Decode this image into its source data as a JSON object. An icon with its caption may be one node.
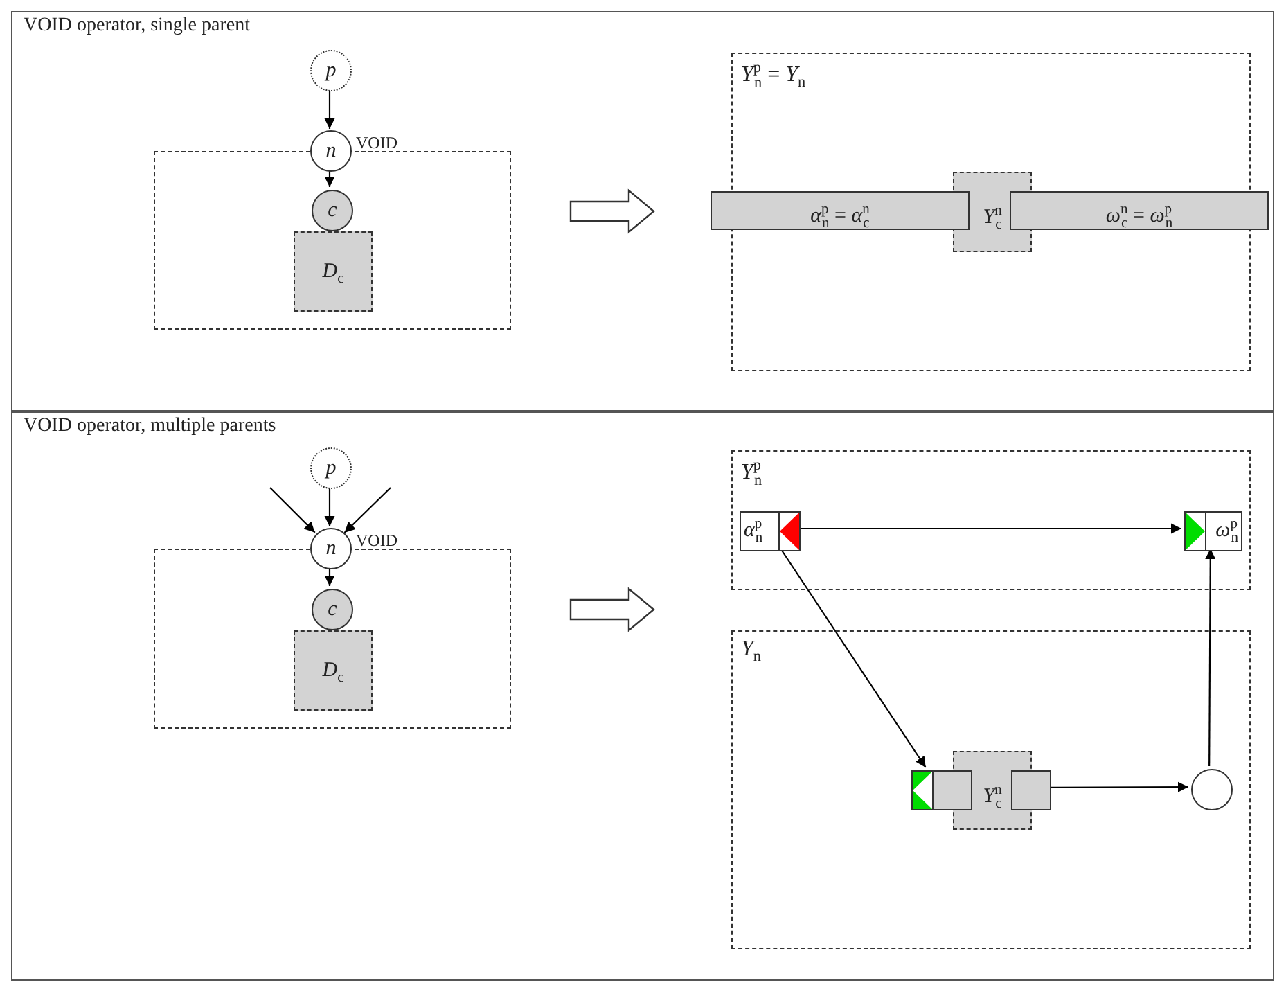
{
  "diagram": {
    "nodes": [
      {
        "text": [
          "VOID operator, single parent"
        ]
      },
      {
        "text": [
          "*p*"
        ],
        "in": 0
      },
      {
        "text": [],
        "shape": "box",
        "in": 0
      },
      {
        "text": [
          "*n*"
        ],
        "in": 0,
        "beside": [
          "VOID"
        ]
      },
      {
        "text": [
          "*D*$_{c}$"
        ],
        "in": 2
      },
      {
        "text": [
          "*c*"
        ],
        "in": 2
      },
      {
        "text": [
          "*Y*$^{p}$$_{n}$ = *Y*$_{n}$"
        ],
        "in": 0
      },
      {
        "text": [
          "*Y*$^{n}$$_{c}$"
        ],
        "in": 6
      },
      {
        "text": [
          "*α*$^{p}$$_{n}$ = *α*$^{n}$$_{c}$"
        ],
        "in": 0
      },
      {
        "text": [
          "*ω*$^{n}$$_{c}$ = *ω*$^{p}$$_{n}$"
        ],
        "in": 0
      },
      {
        "text": [
          "VOID operator, multiple parents"
        ]
      },
      {
        "text": [
          "*p*"
        ],
        "in": 10
      },
      {
        "text": [],
        "shape": "box",
        "in": 10
      },
      {
        "text": [
          "*n*"
        ],
        "in": 10,
        "beside": [
          "VOID"
        ]
      },
      {
        "text": [
          "*D*$_{c}$"
        ],
        "in": 12
      },
      {
        "text": [
          "*c*"
        ],
        "in": 12
      },
      {
        "text": [
          "*Y*$^{p}$$_{n}$"
        ],
        "in": 10
      },
      {
        "text": [
          "*Y*$_{n}$"
        ],
        "in": 10
      },
      {
        "text": [
          "*α*$^{p}$$_{n}$"
        ],
        "in": 16
      },
      {
        "text": [
          "*ω*$^{p}$$_{n}$"
        ],
        "in": 16
      },
      {
        "text": [
          "*Y*$^{n}$$_{c}$"
        ],
        "in": 17
      },
      {
        "text": [],
        "shape": "box",
        "in": 17
      },
      {
        "text": [],
        "shape": "box",
        "in": 17
      },
      {
        "text": [],
        "shape": "circle",
        "in": 17
      }
    ],
    "edges": [
      {
        "from": 1,
        "to": 3,
        "arrow": "to"
      },
      {
        "from": 3,
        "to": 5,
        "arrow": "to"
      },
      {
        "from": 2,
        "to": 6,
        "arrow": "to",
        "style": "thick"
      },
      {
        "from": 11,
        "to": 13,
        "arrow": "to"
      },
      {
        "from": null,
        "to": 13,
        "arrow": "to"
      },
      {
        "from": null,
        "to": 13,
        "arrow": "to"
      },
      {
        "from": 13,
        "to": 15,
        "arrow": "to"
      },
      {
        "from": 12,
        "to": 16,
        "arrow": "to",
        "style": "thick"
      },
      {
        "from": 18,
        "to": 19,
        "arrow": "to"
      },
      {
        "from": 18,
        "to": 21,
        "arrow": "to"
      },
      {
        "from": 22,
        "to": 23,
        "arrow": "to"
      },
      {
        "from": 23,
        "to": 19,
        "arrow": "to"
      }
    ]
  }
}
